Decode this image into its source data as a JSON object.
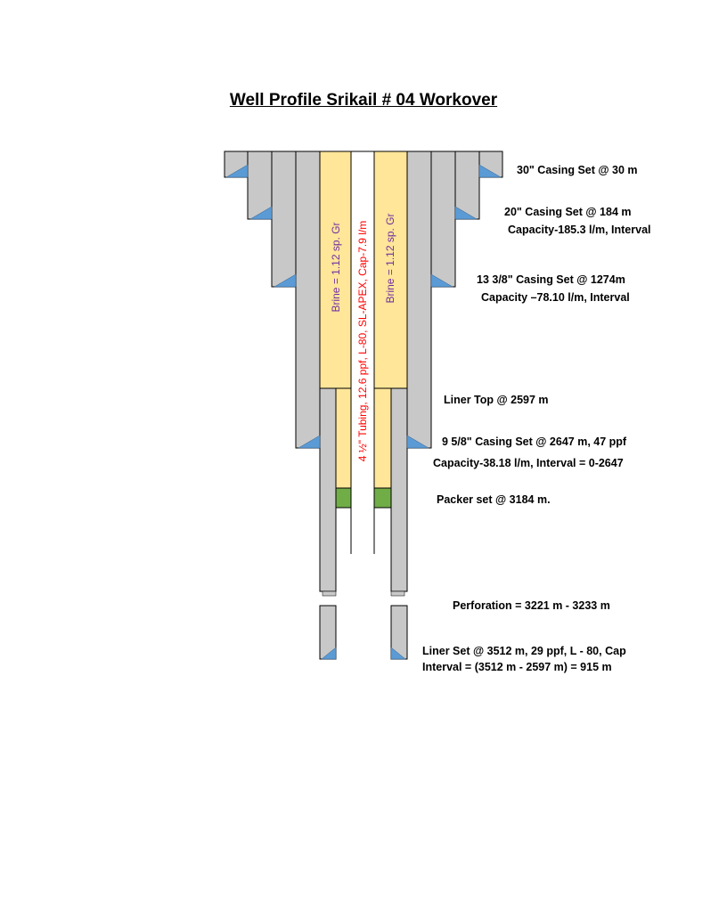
{
  "title": "Well Profile Srikail # 04 Workover",
  "colors": {
    "casing": "#c8c8c8",
    "brine": "#ffe699",
    "packer": "#70ad47",
    "shoe": "#5b9bd5",
    "tubing_text": "#ff0000",
    "brine_text": "#7030a0"
  },
  "annulus_left_label": "Brine = 1.12 sp. Gr",
  "annulus_right_label": "Brine = 1.12 sp. Gr",
  "tubing_label": "4 ½\" Tubing, 12.6 ppf, L-80, SL-APEX, Cap-7.9 l/m",
  "labels": {
    "casing30": "30\" Casing Set @ 30 m",
    "casing20": "20\" Casing Set @ 184 m",
    "casing20_cap": "Capacity-185.3 l/m, Interval",
    "casing13": "13 3/8\" Casing Set @ 1274m",
    "casing13_cap": "Capacity –78.10 l/m, Interval",
    "liner_top": "Liner Top @ 2597 m",
    "casing9": "9 5/8\" Casing Set @ 2647 m, 47 ppf",
    "casing9_cap": "Capacity-38.18 l/m, Interval = 0-2647",
    "packer": "Packer set @ 3184 m.",
    "perforation": "Perforation = 3221 m - 3233 m",
    "liner_set": "Liner Set @ 3512 m, 29 ppf, L - 80, Cap",
    "liner_interval": "Interval = (3512 m - 2597 m) = 915 m"
  }
}
